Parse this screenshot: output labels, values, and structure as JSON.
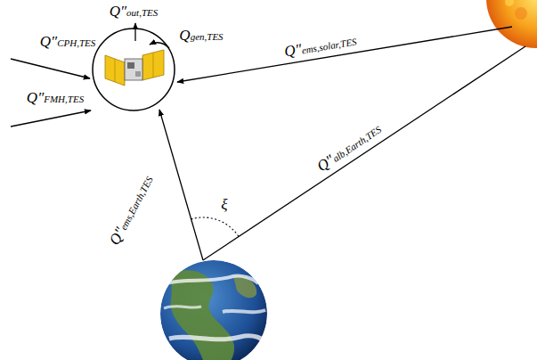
{
  "diagram": {
    "labels": [
      "Q″out,TES",
      "Q″CPH,TES",
      "Qgen,TES",
      "Q″FMH,TES",
      "Q″ems,solar,TES",
      "Q″alb,Earth,TES",
      "ξ",
      "Q″ems,Earth,TES"
    ]
  }
}
